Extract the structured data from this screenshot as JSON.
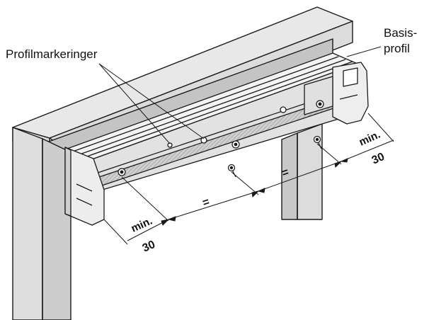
{
  "labels": {
    "profile_markings": "Profilmarkeringer",
    "base_profile_line1": "Basis-",
    "base_profile_line2": "profil"
  },
  "dimensions": {
    "left_min": "min.",
    "left_value": "30",
    "right_min": "min.",
    "right_value": "30",
    "equal_left": "=",
    "equal_right": "="
  },
  "colors": {
    "line": "#1a1a1a",
    "frame_face": "#e6e6e6",
    "frame_side": "#c8c8c8",
    "frame_dark": "#9a9a9a",
    "profile_light": "#f2f2f2",
    "profile_mid": "#d4d4d4"
  }
}
